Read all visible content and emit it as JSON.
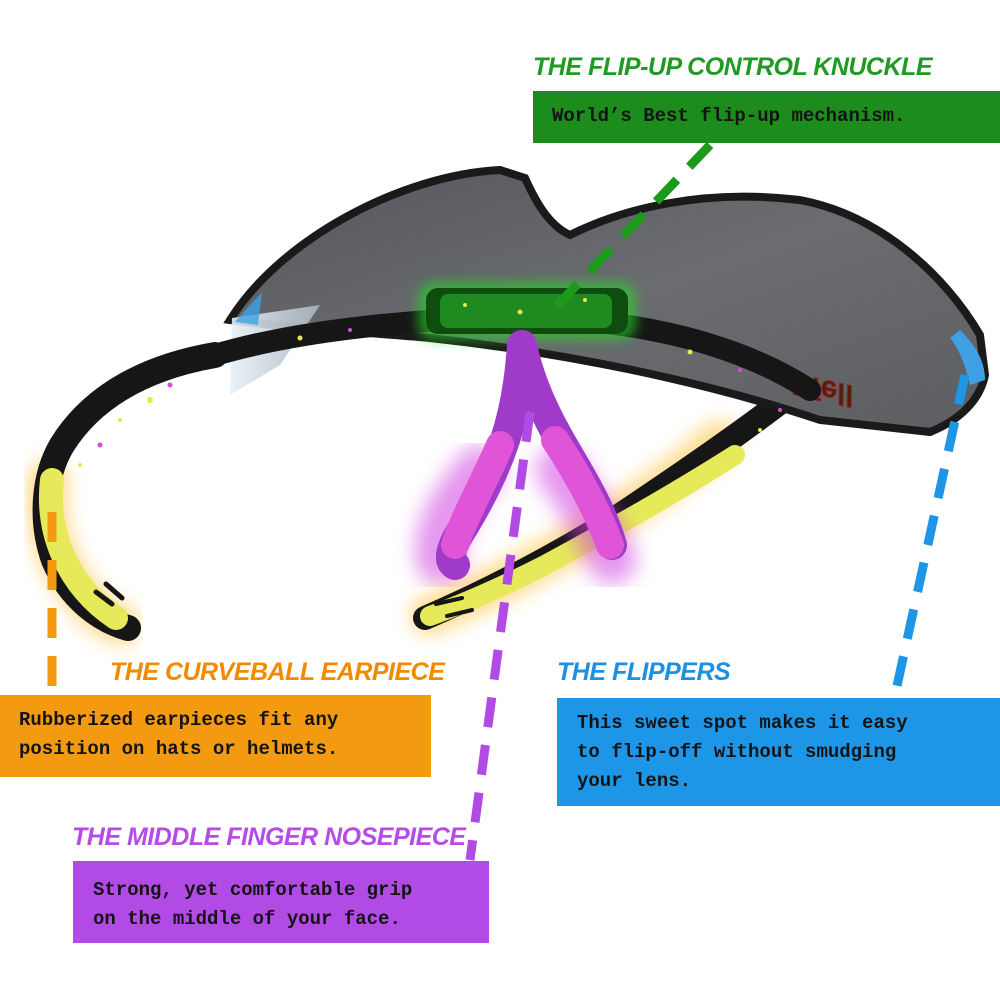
{
  "callouts": {
    "knuckle": {
      "title": "THE FLIP-UP CONTROL KNUCKLE",
      "text": "World’s Best flip-up mechanism.",
      "color": "#1c8c1c"
    },
    "curveball": {
      "title": "THE CURVEBALL EARPIECE",
      "text": "Rubberized earpieces fit any\nposition on hats or helmets.",
      "color": "#f39a10"
    },
    "flippers": {
      "title": "THE FLIPPERS",
      "text": "This sweet spot makes it easy\nto flip-off without smudging\nyour lens.",
      "color": "#1e96e8"
    },
    "nosepiece": {
      "title": "THE MIDDLE FINGER NOSEPIECE",
      "text": "Strong, yet comfortable grip\non the middle of your face.",
      "color": "#b24ae6"
    }
  },
  "product": {
    "lens_mark": "Tfell",
    "frame_color": "#141414",
    "splatter_colors": [
      "#e8e84a",
      "#d050d8"
    ],
    "earpiece_color": "#e6ea5a"
  }
}
